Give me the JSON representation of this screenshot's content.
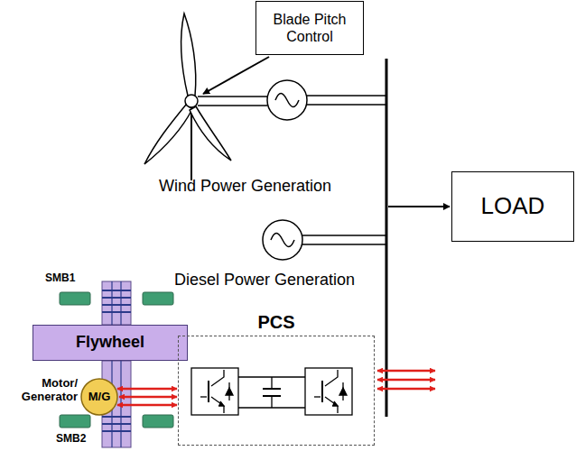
{
  "diagram": {
    "nodes": [
      {
        "text": [
          "Blade Pitch Control"
        ]
      },
      {
        "text": [
          "LOAD"
        ]
      },
      {
        "text": [
          "Flywheel"
        ]
      },
      {
        "text": [
          "M/G"
        ]
      },
      {
        "text": [
          "PCS"
        ]
      }
    ],
    "edges": [
      {
        "from": 3,
        "to": 4,
        "arrow": "both"
      }
    ],
    "labels": [
      "Wind Power Generation",
      "Diesel Power Generation",
      "SMB1",
      "Motor/ Generator",
      "SMB2"
    ]
  }
}
